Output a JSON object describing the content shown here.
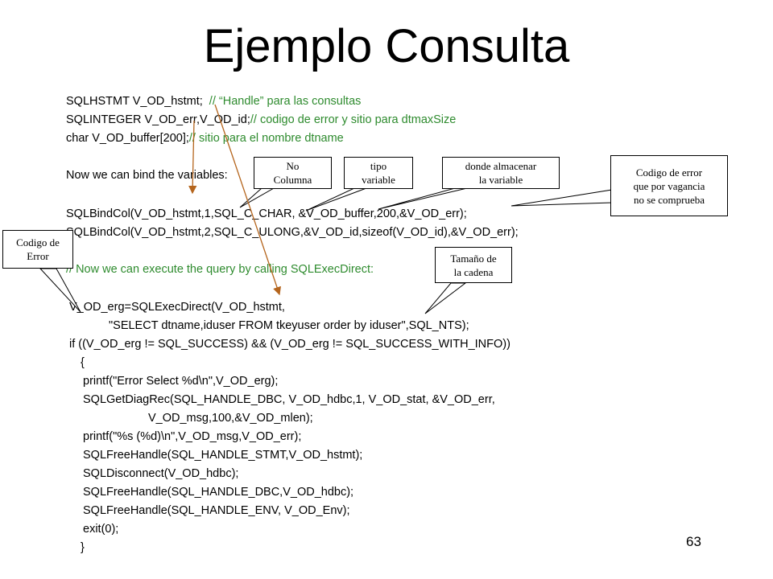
{
  "title": "Ejemplo Consulta",
  "code_lines": {
    "l1": "SQLHSTMT V_OD_hstmt;",
    "l1_comment": "  // “Handle” para las consultas",
    "l2": "SQLINTEGER V_OD_err,V_OD_id;",
    "l2_comment": "// codigo de error y sitio para dtmaxSize",
    "l3": "char V_OD_buffer[200];",
    "l3_comment": "// sitio para el nombre dtname",
    "l4": "Now we can bind the variables:",
    "l5": "SQLBindCol(V_OD_hstmt,1,SQL_C_CHAR, &V_OD_buffer,200,&V_OD_err);",
    "l6": "SQLBindCol(V_OD_hstmt,2,SQL_C_ULONG,&V_OD_id,sizeof(V_OD_id),&V_OD_err);",
    "l7": "// Now we can execute the query by calling SQLExecDirect:",
    "l8": "V_OD_erg=SQLExecDirect(V_OD_hstmt,",
    "l9": "\"SELECT dtname,iduser FROM tkeyuser order by iduser\",SQL_NTS);",
    "l10": "if ((V_OD_erg != SQL_SUCCESS) && (V_OD_erg != SQL_SUCCESS_WITH_INFO))",
    "l11": "{",
    "l12": "printf(\"Error Select %d\\n\",V_OD_erg);",
    "l13": "SQLGetDiagRec(SQL_HANDLE_DBC, V_OD_hdbc,1, V_OD_stat, &V_OD_err,",
    "l14": "V_OD_msg,100,&V_OD_mlen);",
    "l15": "printf(\"%s (%d)\\n\",V_OD_msg,V_OD_err);",
    "l16": "SQLFreeHandle(SQL_HANDLE_STMT,V_OD_hstmt);",
    "l17": "SQLDisconnect(V_OD_hdbc);",
    "l18": "SQLFreeHandle(SQL_HANDLE_DBC,V_OD_hdbc);",
    "l19": "SQLFreeHandle(SQL_HANDLE_ENV, V_OD_Env);",
    "l20": "exit(0);",
    "l21": "}"
  },
  "callouts": {
    "no_columna": [
      "No",
      "Columna"
    ],
    "tipo_variable": [
      "tipo",
      "variable"
    ],
    "donde_almacenar": [
      "donde almacenar",
      "la variable"
    ],
    "codigo_error_vagancia": [
      "Codigo de error",
      "que por vagancia",
      "no se comprueba"
    ],
    "codigo_de_error": [
      "Codigo de",
      "Error"
    ],
    "tamano_cadena": [
      "Tamaño de",
      "la cadena"
    ]
  },
  "colors": {
    "comment": "#2e8b2e",
    "arrow": "#b5651d"
  },
  "page_number": "63"
}
